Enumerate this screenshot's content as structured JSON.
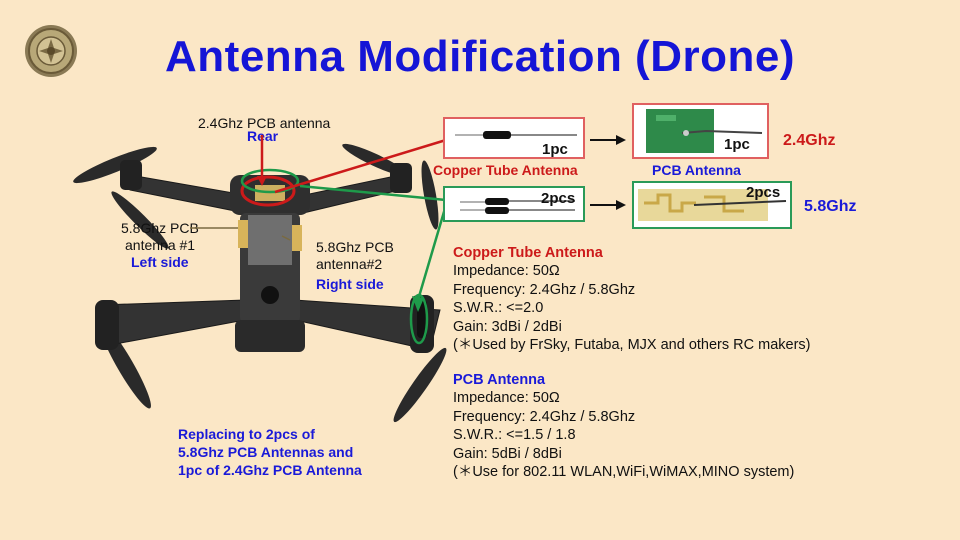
{
  "title": "Antenna Modification (Drone)",
  "drone_labels": {
    "top_name": "2.4Ghz PCB antenna",
    "top_side": "Rear",
    "left_name_1": "5.8Ghz PCB",
    "left_name_2": "antenna #1",
    "left_side": "Left side",
    "right_name_1": "5.8Ghz PCB",
    "right_name_2": "antenna#2",
    "right_side": "Right side"
  },
  "replacing_note": [
    "Replacing to 2pcs of",
    "5.8Ghz PCB Antennas and",
    "1pc of 2.4Ghz PCB Antenna"
  ],
  "diagram": {
    "copper_caption": "Copper Tube Antenna",
    "pcb_caption": "PCB Antenna",
    "qty_1pc": "1pc",
    "qty_1pc_pcb": "1pc",
    "qty_2pcs": "2pcs",
    "qty_2pcs_pcb": "2pcs",
    "freq_24": "2.4Ghz",
    "freq_58": "5.8Ghz"
  },
  "copper_specs": {
    "heading": "Copper Tube Antenna",
    "lines": [
      "Impedance:  50Ω",
      "Frequency:   2.4Ghz / 5.8Ghz",
      "S.W.R.: <=2.0",
      "Gain:   3dBi / 2dBi",
      "(＊Used by FrSky, Futaba, MJX and others RC makers)"
    ]
  },
  "pcb_specs": {
    "heading": "PCB Antenna",
    "lines": [
      "Impedance:   50Ω",
      "Frequency:   2.4Ghz / 5.8Ghz",
      "S.W.R.: <=1.5 / 1.8",
      "Gain:      5dBi / 8dBi",
      "(＊Use for 802.11 WLAN,WiFi,WiMAX,MINO system)"
    ]
  },
  "colors": {
    "background": "#fbe7c6",
    "title_blue": "#1515d6",
    "red": "#cc1a1a",
    "green": "#1e9a4a",
    "box_red": "#e06060"
  }
}
